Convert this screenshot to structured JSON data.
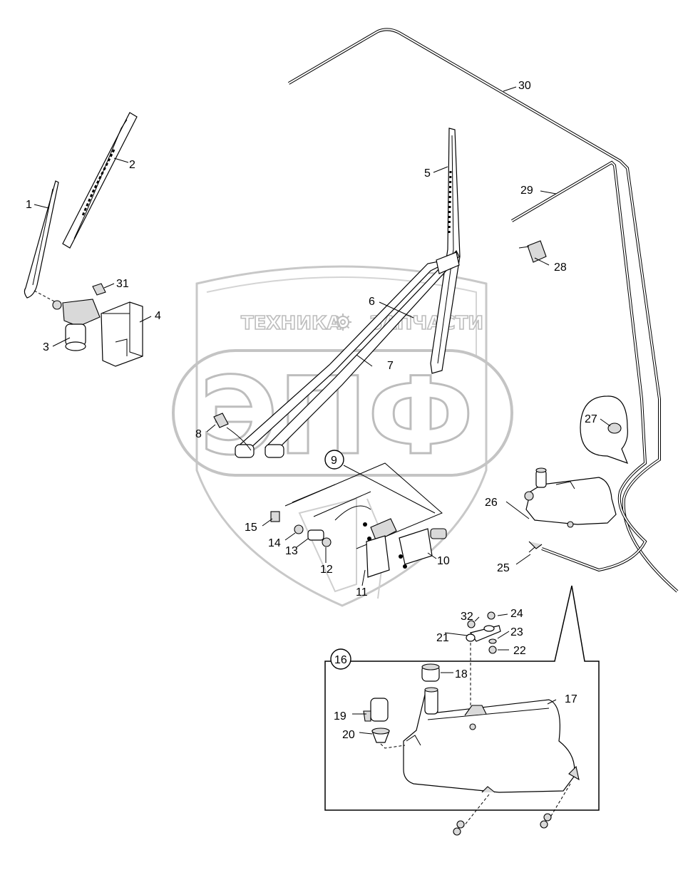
{
  "watermark": {
    "text_top": "ТЕХНИКА",
    "text_right": "ЗАПЧАСТИ",
    "logo": "ЭПФ",
    "gear_icon": "gear-icon"
  },
  "callouts": {
    "c1": "1",
    "c2": "2",
    "c3": "3",
    "c4": "4",
    "c5": "5",
    "c6": "6",
    "c7": "7",
    "c8": "8",
    "c9": "9",
    "c10": "10",
    "c11": "11",
    "c12": "12",
    "c13": "13",
    "c14": "14",
    "c15": "15",
    "c16": "16",
    "c17": "17",
    "c18": "18",
    "c19": "19",
    "c20": "20",
    "c21": "21",
    "c22": "22",
    "c23": "23",
    "c24": "24",
    "c25": "25",
    "c26": "26",
    "c27": "27",
    "c28": "28",
    "c29": "29",
    "c30": "30",
    "c31": "31",
    "c32": "32"
  },
  "colors": {
    "line": "#000000",
    "watermark": "#bdbdbd",
    "part_fill": "#ffffff",
    "shade": "#d9d9d9"
  }
}
